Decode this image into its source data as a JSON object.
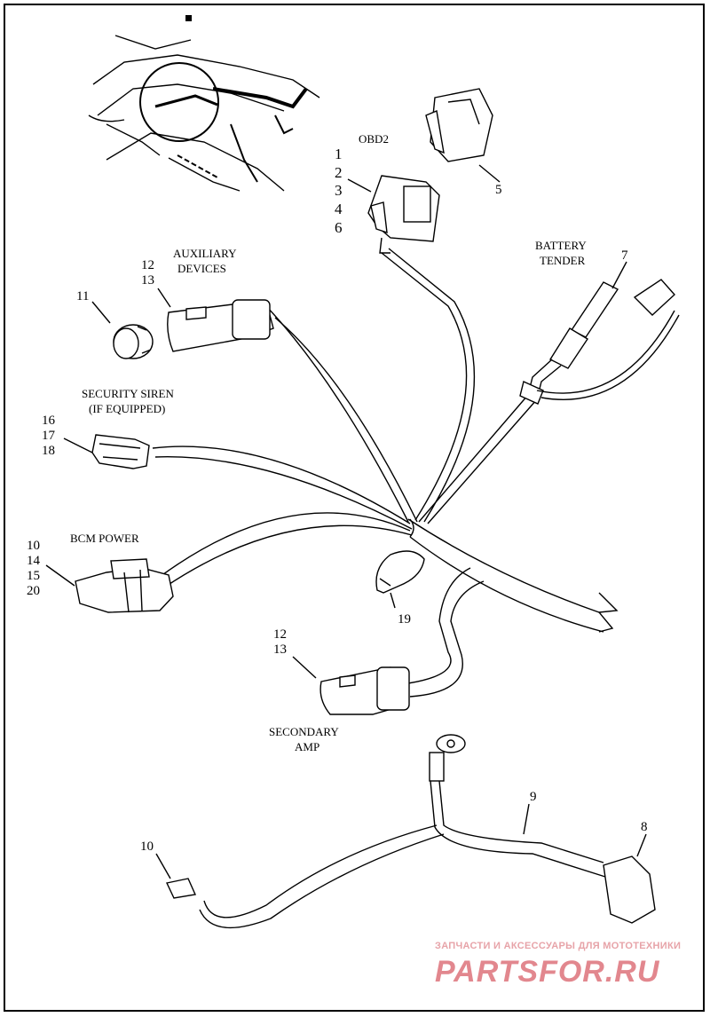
{
  "labels": {
    "obd2": "OBD2",
    "aux_line1": "AUXILIARY",
    "aux_line2": "DEVICES",
    "battery_line1": "BATTERY",
    "battery_line2": "TENDER",
    "siren_line1": "SECURITY SIREN",
    "siren_line2": "(IF EQUIPPED)",
    "bcm_power": "BCM POWER",
    "secondary_line1": "SECONDARY",
    "secondary_line2": "AMP"
  },
  "callouts": {
    "obd2_nums": [
      "1",
      "2",
      "3",
      "4",
      "6"
    ],
    "obd2_cap": "5",
    "battery": "7",
    "eyelet": "8",
    "ground_wire": "9",
    "ground_terminal": "10",
    "plug": "11",
    "aux_nums": [
      "12",
      "13"
    ],
    "siren_nums": [
      "16",
      "17",
      "18"
    ],
    "bcm_nums": [
      "10",
      "14",
      "15",
      "20"
    ],
    "clip": "19",
    "amp_nums": [
      "12",
      "13"
    ]
  },
  "watermark": {
    "small": "ЗАПЧАСТИ И АКСЕССУАРЫ ДЛЯ МОТОТЕХНИКИ",
    "big": "PARTSFOR.RU"
  },
  "colors": {
    "ink": "#000000",
    "watermark": "#e2878e"
  }
}
